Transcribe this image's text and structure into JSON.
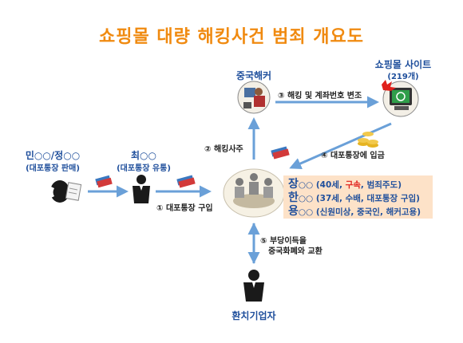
{
  "title": "쇼핑몰 대량 해킹사건 범죄 개요도",
  "nodes": {
    "seller": {
      "name": "민○○/정○○",
      "role": "(대포통장 판매)"
    },
    "distributor": {
      "name": "최○○",
      "role": "(대포통장 유통)"
    },
    "hacker": {
      "name": "중국해커"
    },
    "site": {
      "name": "쇼핑몰 사이트",
      "count": "(219개)"
    },
    "local": {
      "name": "환치기업자"
    }
  },
  "steps": {
    "s1": "① 대포통장 구입",
    "s2": "② 해킹사주",
    "s3": "③ 해킹 및 계좌번호 변조",
    "s4": "④ 대포통장에 입금",
    "s5a": "⑤ 부당이득을",
    "s5b": "중국화폐와 교환"
  },
  "suspects": [
    {
      "prefix": "장",
      "mark": "○○",
      "detail_pre": "(40세, ",
      "detail_red": "구속",
      "detail_post": ", 범죄주도)"
    },
    {
      "prefix": "한",
      "mark": "○○",
      "detail_pre": "(37세, 수배, 대포통장 구입)",
      "detail_red": "",
      "detail_post": ""
    },
    {
      "prefix": "용",
      "mark": "○○",
      "detail_pre": "(신원미상, 중국인, 해커고용)",
      "detail_red": "",
      "detail_post": ""
    }
  ],
  "colors": {
    "title": "#f08a10",
    "label": "#1f4f9c",
    "arrow": "#6aa0d8",
    "info_bg": "#fde2c8",
    "highlight": "#e0201b"
  }
}
